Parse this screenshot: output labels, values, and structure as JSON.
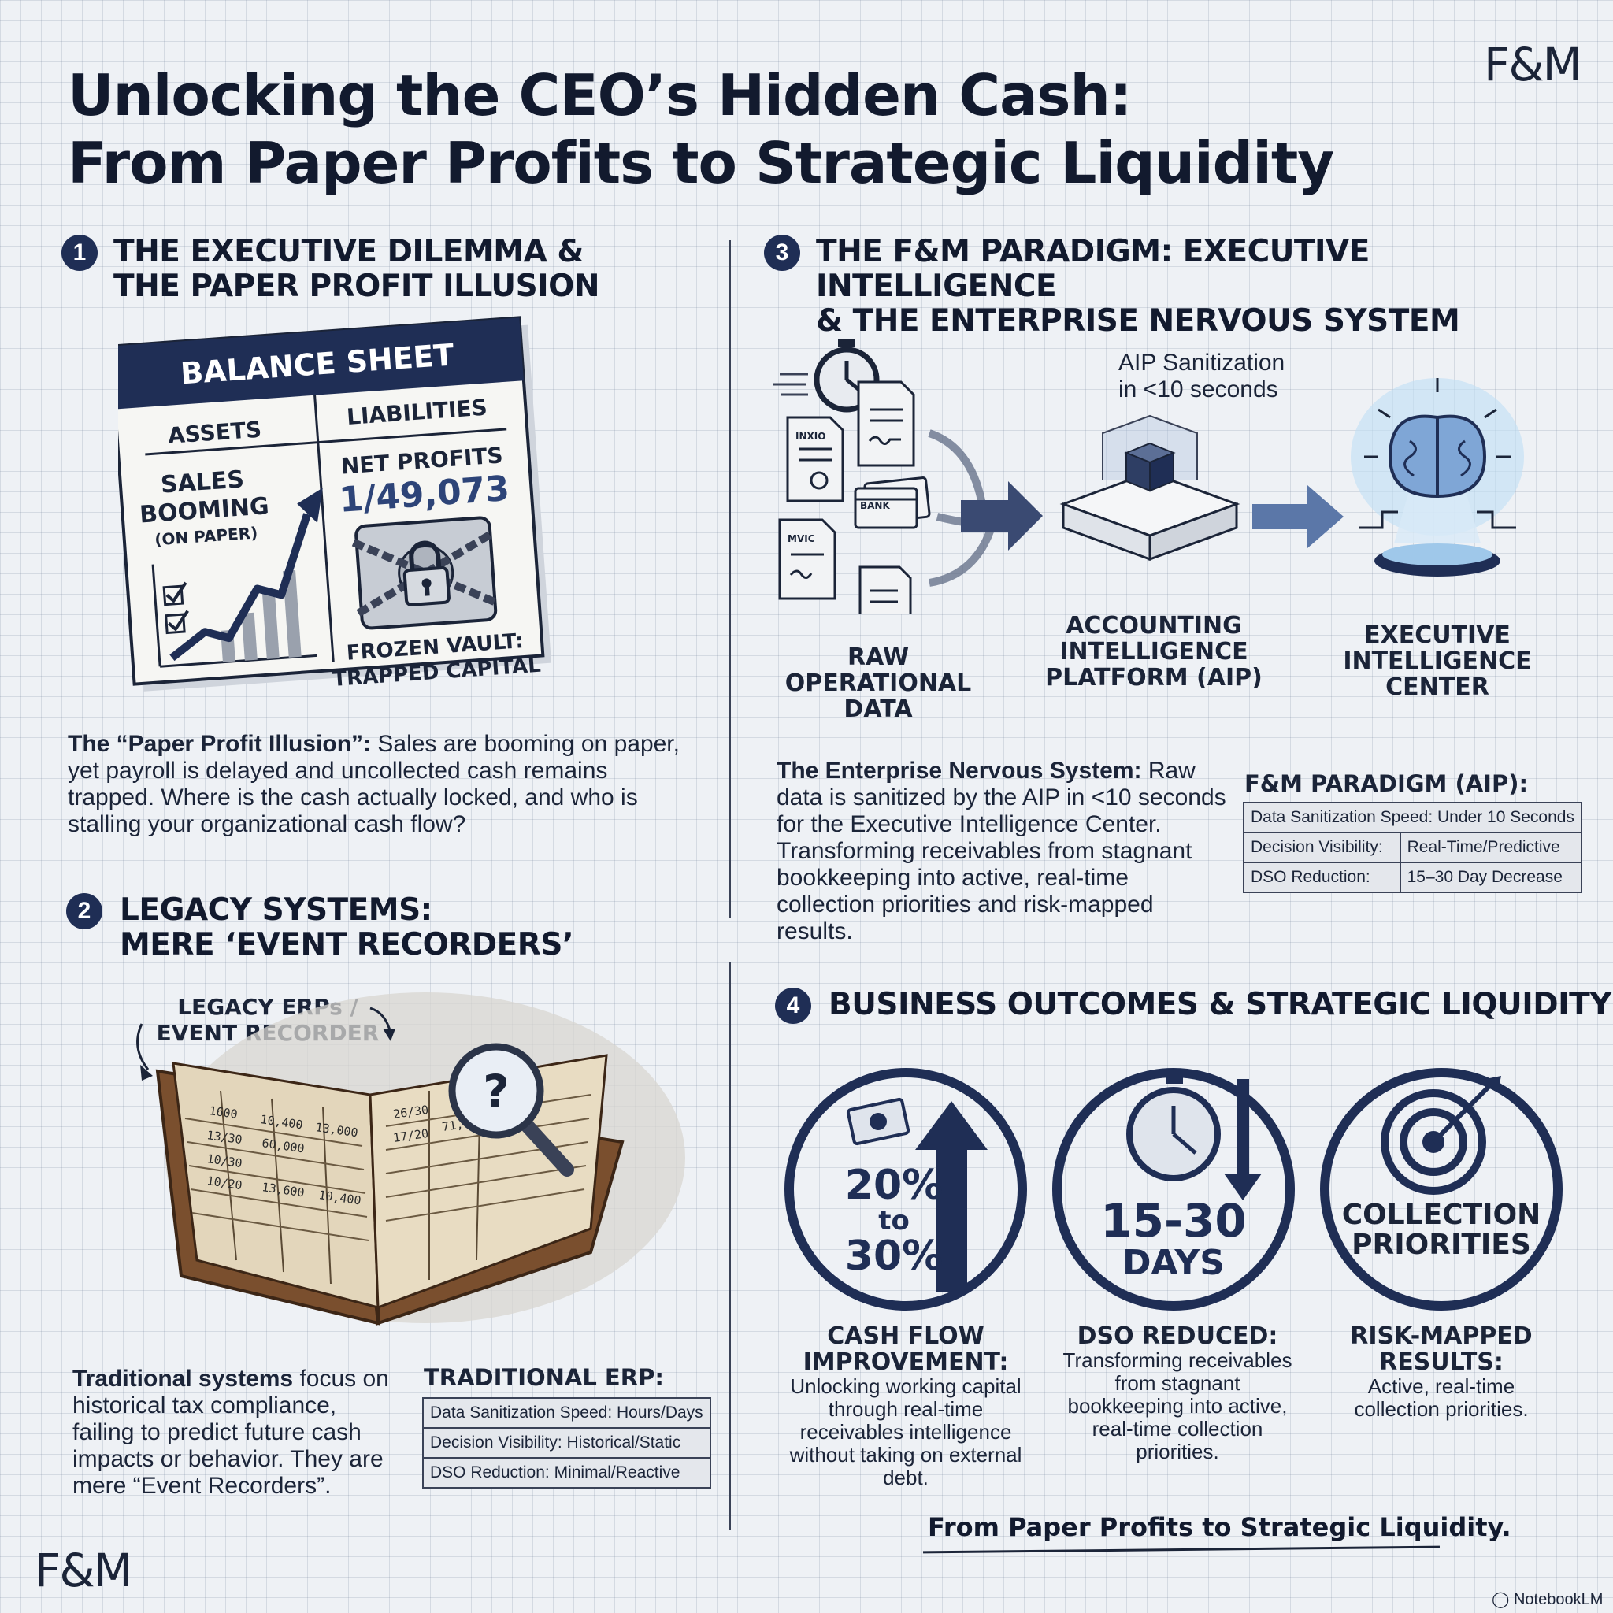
{
  "header": {
    "title_line1": "Unlocking the CEO’s Hidden Cash:",
    "title_line2": "From Paper Profits to Strategic Liquidity",
    "logo_text": "F&M"
  },
  "section1": {
    "number": "1",
    "heading_line1": "THE EXECUTIVE DILEMMA &",
    "heading_line2": "THE PAPER PROFIT ILLUSION",
    "sheet": {
      "title": "BALANCE SHEET",
      "assets_label": "ASSETS",
      "liabilities_label": "LIABILITIES",
      "sales_line1": "SALES",
      "sales_line2": "BOOMING",
      "sales_line3": "(ON PAPER)",
      "net_profits_label": "NET PROFITS",
      "net_profits_value": "1/49,073",
      "vault_line1": "FROZEN VAULT:",
      "vault_line2": "TRAPPED CAPITAL"
    },
    "text_bold": "The “Paper Profit Illusion”:",
    "text": " Sales are booming on paper, yet payroll is delayed and uncollected cash remains trapped. Where is the cash actually locked, and who is stalling your organizational cash flow?"
  },
  "section2": {
    "number": "2",
    "heading_line1": "LEGACY SYSTEMS:",
    "heading_line2": "MERE ‘EVENT RECORDERS’",
    "ledger_label_line1": "LEGACY ERPs /",
    "ledger_label_line2": "EVENT RECORDER",
    "text_bold": "Traditional systems",
    "text": " focus on historical tax compliance, failing to predict future cash impacts or behavior. They are mere “Event Recorders”.",
    "table_title": "TRADITIONAL ERP:",
    "table_rows": [
      "Data Sanitization Speed: Hours/Days",
      "Decision Visibility: Historical/Static",
      "DSO Reduction: Minimal/Reactive"
    ]
  },
  "section3": {
    "number": "3",
    "heading_line1": "THE F&M PARADIGM: EXECUTIVE INTELLIGENCE",
    "heading_line2": "& THE ENTERPRISE NERVOUS SYSTEM",
    "timer_line1": "AIP Sanitization",
    "timer_line2": "in <10 seconds",
    "doc_labels": [
      "INXIO",
      "BANK",
      "MVIC"
    ],
    "raw_line1": "RAW",
    "raw_line2": "OPERATIONAL",
    "raw_line3": "DATA",
    "aip_line1": "ACCOUNTING",
    "aip_line2": "INTELLIGENCE",
    "aip_line3": "PLATFORM (AIP)",
    "eic_line1": "EXECUTIVE",
    "eic_line2": "INTELLIGENCE",
    "eic_line3": "CENTER",
    "text_bold": "The Enterprise Nervous System:",
    "text": " Raw data is sanitized by the AIP in <10 seconds for the Executive Intelligence Center. Transforming receivables from stagnant bookkeeping into active, real-time collection priorities and risk-mapped results.",
    "table_title": "F&M PARADIGM (AIP):",
    "table_rows": [
      {
        "label": "Data Sanitization Speed: Under 10 Seconds",
        "value": ""
      },
      {
        "label": "Decision Visibility:",
        "value": "Real-Time/Predictive"
      },
      {
        "label": "DSO Reduction:",
        "value": "15–30 Day Decrease"
      }
    ]
  },
  "section4": {
    "number": "4",
    "heading": "BUSINESS OUTCOMES & STRATEGIC LIQUIDITY",
    "outcomes": [
      {
        "value_line1": "20%",
        "value_line2": "to",
        "value_line3": "30%",
        "title_line1": "CASH FLOW",
        "title_line2": "IMPROVEMENT:",
        "desc": "Unlocking working capital through real-time receivables intelligence without taking on external debt."
      },
      {
        "value_line1": "15-30",
        "value_line2": "DAYS",
        "title_line1": "DSO REDUCED:",
        "desc": "Transforming receivables from stagnant bookkeeping into active, real-time collection priorities."
      },
      {
        "value_line1": "COLLECTION",
        "value_line2": "PRIORITIES",
        "title_line1": "RISK-MAPPED",
        "title_line2": "RESULTS:",
        "desc": "Active, real-time collection priorities."
      }
    ],
    "tagline": "From Paper Profits to Strategic Liquidity."
  },
  "footer": {
    "logo_text": "F&M",
    "watermark": "NotebookLM"
  },
  "colors": {
    "navy": "#1f2e55",
    "ink": "#121a2e",
    "grid": "#eef1f5",
    "glow": "#bfe0f5"
  }
}
